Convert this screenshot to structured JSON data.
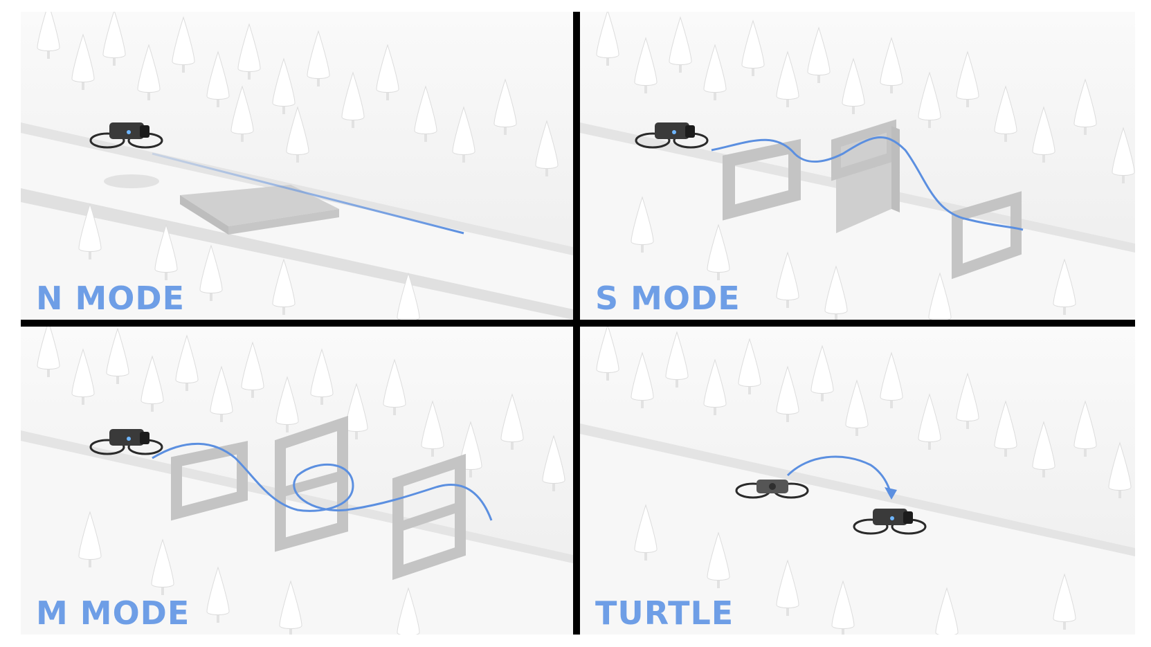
{
  "panels": [
    {
      "id": "n-mode",
      "label": "N MODE"
    },
    {
      "id": "s-mode",
      "label": "S MODE"
    },
    {
      "id": "m-mode",
      "label": "M MODE"
    },
    {
      "id": "turtle",
      "label": "TURTLE"
    }
  ],
  "colors": {
    "label": "#6e9ee6",
    "flight_path": "#5b8fe0",
    "divider": "#000000",
    "ground": "#f1f1f1",
    "obstacle": "#c9c9c9"
  }
}
